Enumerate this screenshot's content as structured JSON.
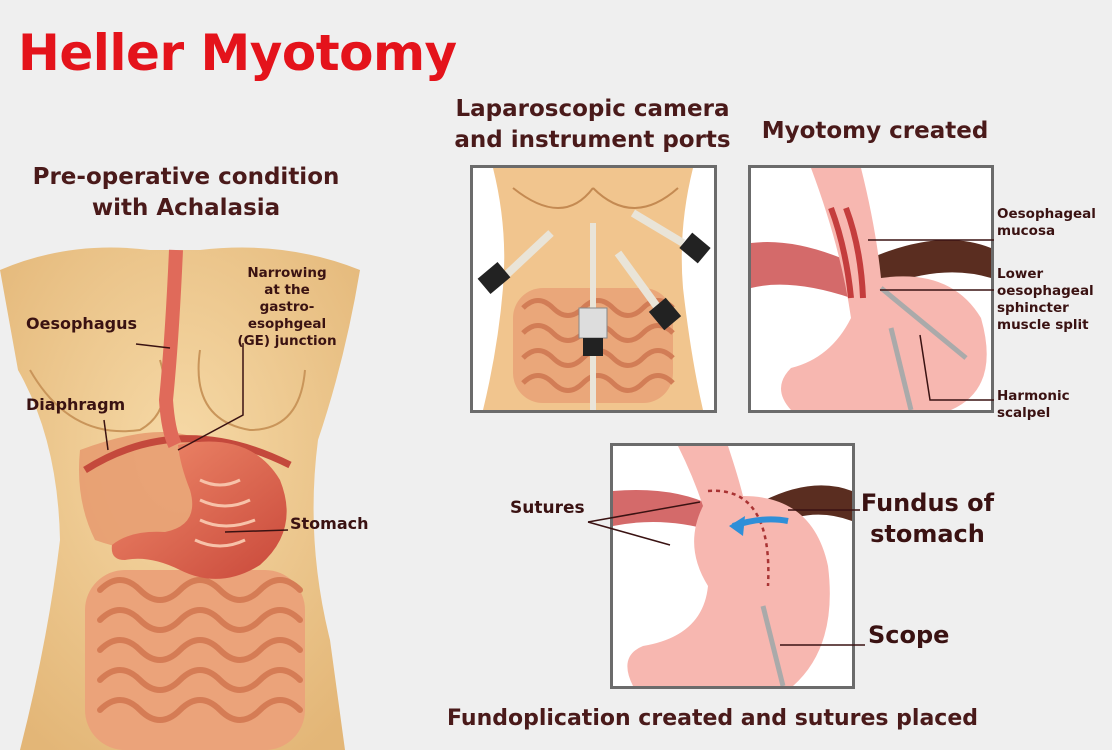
{
  "title": "Heller Myotomy",
  "preop": {
    "heading_line1": "Pre-operative condition",
    "heading_line2": "with Achalasia",
    "labels": {
      "narrowing": [
        "Narrowing",
        "at the",
        "gastro-esophgeal",
        "(GE) junction"
      ],
      "oesophagus": "Oesophagus",
      "diaphragm": "Diaphragm",
      "stomach": "Stomach"
    }
  },
  "ports": {
    "heading_line1": "Laparoscopic camera",
    "heading_line2": "and instrument ports"
  },
  "myotomy": {
    "heading": "Myotomy created",
    "labels": {
      "mucosa": [
        "Oesophageal",
        "mucosa"
      ],
      "sphincter": [
        "Lower",
        "oesophageal",
        "sphincter",
        "muscle split"
      ],
      "scalpel": [
        "Harmonic",
        "scalpel"
      ]
    }
  },
  "fundoplication": {
    "caption": "Fundoplication created and sutures placed",
    "labels": {
      "sutures": "Sutures",
      "fundus": [
        "Fundus of",
        "stomach"
      ],
      "scope": "Scope"
    }
  },
  "colors": {
    "title_red": "#e4131b",
    "text_dark": "#3a1212",
    "arrow_blue": "#2f8fd8"
  }
}
